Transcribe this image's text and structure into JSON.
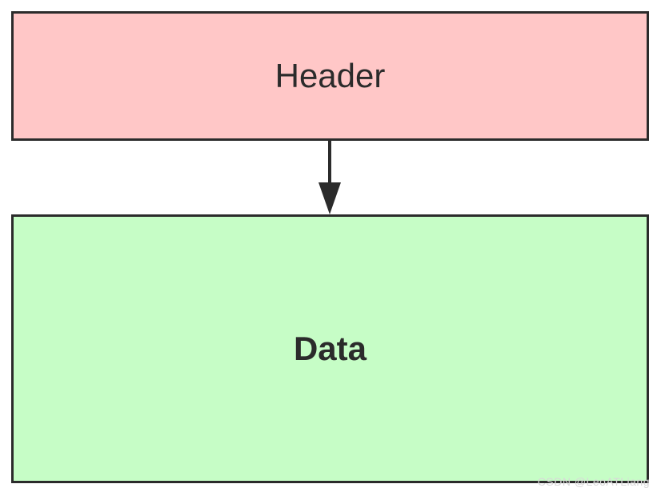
{
  "diagram": {
    "nodes": [
      {
        "id": "header",
        "label": "Header",
        "fill": "#ffc7c7"
      },
      {
        "id": "data",
        "label": "Data",
        "fill": "#c6fdc6"
      }
    ],
    "edges": [
      {
        "from": "header",
        "to": "data"
      }
    ],
    "stroke_color": "#2b2b2b"
  },
  "watermark": "CSDN @LeoATLiang"
}
